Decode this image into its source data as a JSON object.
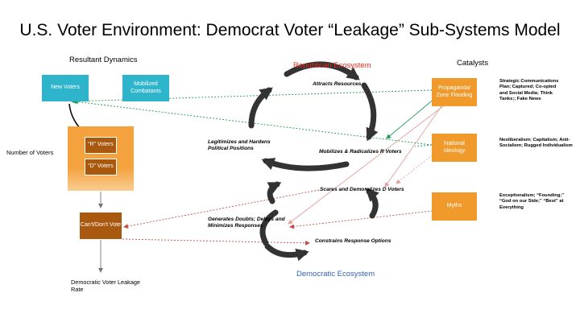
{
  "title": "U.S. Voter Environment: Democrat Voter “Leakage” Sub-Systems Model",
  "headers": {
    "resultant_dynamics": "Resultant Dynamics",
    "republican_ecosystem": "Republican Ecosystem",
    "catalysts": "Catalysts",
    "democratic_ecosystem": "Democratic Ecosystem",
    "number_of_voters": "Number of Voters",
    "leakage_rate": "Democratic Voter Leakage Rate"
  },
  "boxes": {
    "new_voters": "New Voters",
    "mobilized_combatants": "Mobilized Combatants",
    "r_voters": "“R” Voters",
    "d_voters": "“D” Voters",
    "cant_dont_vote": "Can't/Don't Vote",
    "propaganda": "Propaganda/ Zone Flooding",
    "national_ideology": "National Ideology",
    "myths": "Myths"
  },
  "notes": {
    "propaganda": "Strategic Communications Plan; Captured; Co-opted and Social Media; Think Tanks;; Fake News",
    "ideology": "Neoliberalism; Capitalism; Anti-Socialism; Rugged Individualism",
    "myths": "Exceptionalism; “Founding;” “God on our Side;” “Best” at Everything"
  },
  "processes": {
    "attracts_resources": "Attracts Resources",
    "legitimizes": "Legitimizes and Hardens Political Positions",
    "mobilizes": "Mobilizes & Radicalizes R Voters",
    "scares": "Scares and Demoralizes D Voters",
    "generates_doubts": "Generates Doubts; Delays and Minimizes Responses",
    "constrains": "Constrains Response Options"
  },
  "colors": {
    "teal": "#2eb5cc",
    "orange": "#ef9a2b",
    "brown": "#a8590f",
    "republican_red": "#e8291c",
    "democratic_blue": "#2f62b3",
    "green_link": "#1f9a55",
    "red_link": "#c94a45",
    "loop_arrow": "#333333"
  }
}
